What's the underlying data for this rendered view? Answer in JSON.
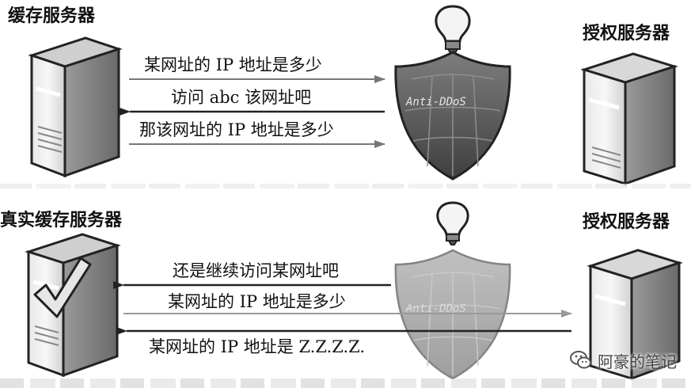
{
  "top": {
    "left_server_label": "缓存服务器",
    "right_server_label": "授权服务器",
    "shield_text": "Anti-DDoS",
    "messages": [
      "某网址的 IP 地址是多少",
      "访问 abc 该网址吧",
      "那该网址的 IP 地址是多少"
    ]
  },
  "bottom": {
    "left_server_label": "真实缓存服务器",
    "right_server_label": "授权服务器",
    "shield_text": "Anti-DDoS",
    "messages": [
      "还是继续访问某网址吧",
      "某网址的 IP 地址是多少",
      "某网址的 IP 地址是 Z.Z.Z.Z."
    ]
  },
  "watermark": {
    "text": "阿豪的笔记"
  }
}
